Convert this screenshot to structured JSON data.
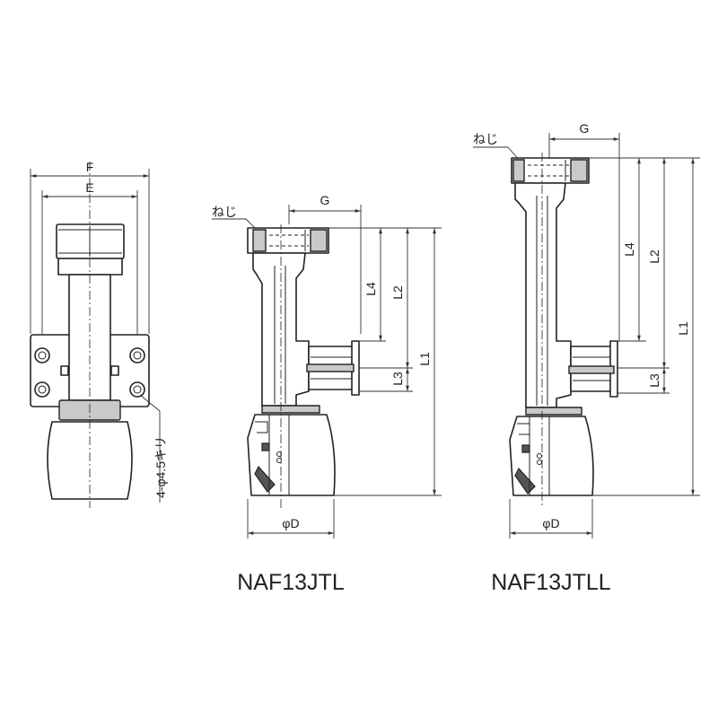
{
  "left_view": {
    "dim_f": "F",
    "dim_e": "E",
    "hole_note": "4-φ4.5キリ"
  },
  "middle_view": {
    "model": "NAF13JTL",
    "screw_label": "ねじ",
    "dim_g": "G",
    "dim_l4": "L4",
    "dim_l2": "L2",
    "dim_l3": "L3",
    "dim_l1": "L1",
    "dim_d": "φD"
  },
  "right_view": {
    "model": "NAF13JTLL",
    "screw_label": "ねじ",
    "dim_g": "G",
    "dim_l4": "L4",
    "dim_l2": "L2",
    "dim_l3": "L3",
    "dim_l1": "L1",
    "dim_d": "φD"
  }
}
